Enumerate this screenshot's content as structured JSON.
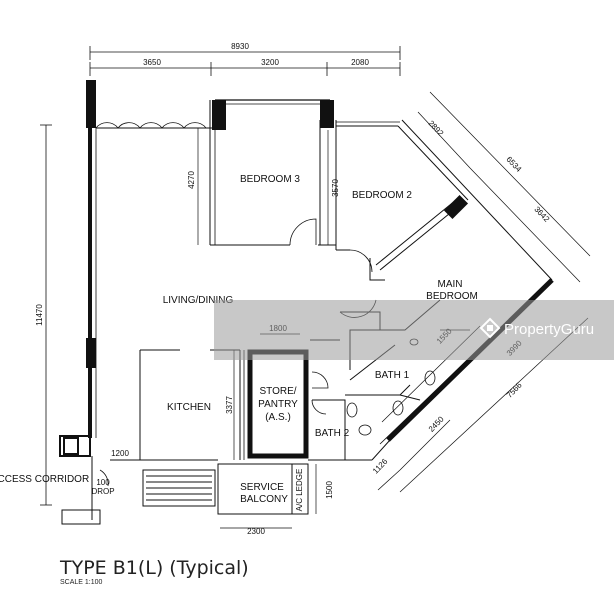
{
  "plan": {
    "title": "TYPE  B1(L)  (Typical)",
    "scale": "SCALE 1:100"
  },
  "dimensions": {
    "overall_width": "8930",
    "top_1": "3650",
    "top_2": "3200",
    "top_3": "2080",
    "left_height": "11470",
    "bedroom3_height": "4270",
    "bedroom2_height": "3570",
    "kitchen_height": "3377",
    "pantry_width": "1800",
    "balcony_width": "2300",
    "balcony_height": "1500",
    "kitchen_small": "1200",
    "diag_total": "6534",
    "diag_1": "2892",
    "diag_2": "3642",
    "bath_1550": "1550",
    "diag_3990": "3990",
    "diag_7566": "7566",
    "diag_2450": "2450",
    "diag_1126": "1126"
  },
  "rooms": {
    "bedroom3": "BEDROOM  3",
    "bedroom2": "BEDROOM  2",
    "main_bedroom_1": "MAIN",
    "main_bedroom_2": "BEDROOM",
    "living": "LIVING/DINING",
    "kitchen": "KITCHEN",
    "store_1": "STORE/",
    "store_2": "PANTRY",
    "store_3": "(A.S.)",
    "bath1": "BATH  1",
    "bath2": "BATH  2",
    "service_1": "SERVICE",
    "service_2": "BALCONY",
    "ac_ledge": "A/C LEDGE",
    "access_corridor": "ACCESS CORRIDOR",
    "drop_1": "100",
    "drop_2": "DROP"
  },
  "watermark": {
    "text": "PropertyGuru",
    "icon": "propertyguru-logo-icon"
  },
  "colors": {
    "wall": "#111111",
    "watermark_band": "#9a9a9a"
  }
}
